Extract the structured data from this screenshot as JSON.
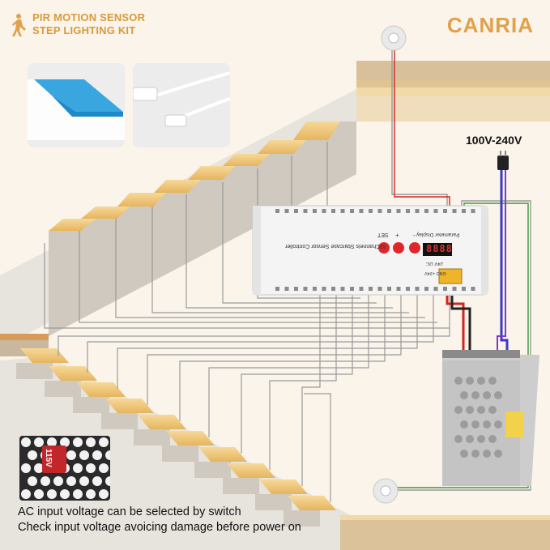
{
  "header": {
    "line1": "PIR MOTION SENSOR",
    "line2": "STEP LIGHTING KIT",
    "brand": "CANRIA"
  },
  "icons": {
    "motion": "person-motion-icon",
    "tape": "double-sided-tape-icon",
    "connector": "connector-cable-icon",
    "sensor": "pir-sensor-icon",
    "plug": "power-plug-icon",
    "power_supply": "power-supply-icon"
  },
  "controller": {
    "label": "32Channels Staircase Sensor Controller",
    "display_label": "Parameter Display",
    "display_value": "8888",
    "btn_set": "SET",
    "btn_plus": "+",
    "btn_minus": "-",
    "dc_label": "24V DC",
    "dc_sub": "GND +24V"
  },
  "power": {
    "voltage": "100V-240V",
    "inset_text": "115V"
  },
  "captions": {
    "line1": "AC input voltage can be selected by switch",
    "line2": "Check input voltage avoicing damage before power on"
  },
  "colors": {
    "accent": "#e2a04a",
    "led": "#f3c97a",
    "stairs": "#cfc9c0",
    "button": "#e0262a",
    "wire_red": "#d4241f",
    "wire_blue": "#3a3ac8"
  }
}
